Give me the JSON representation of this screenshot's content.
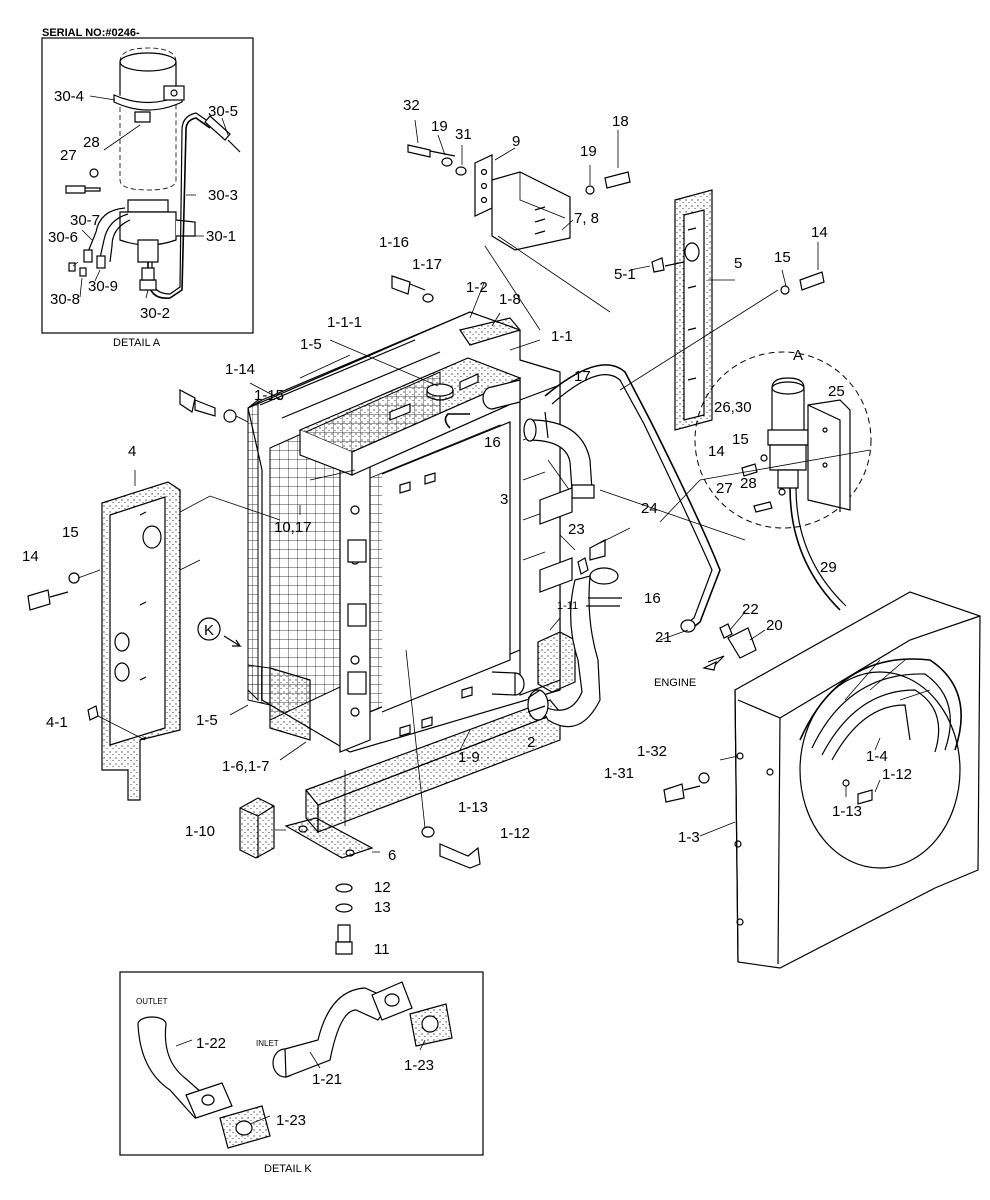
{
  "header": {
    "serial": "SERIAL NO:#0246-"
  },
  "details": {
    "a_caption": "DETAIL A",
    "k_caption": "DETAIL K",
    "a_marker": "A",
    "k_marker": "K"
  },
  "annotations": {
    "engine": "ENGINE",
    "outlet": "OUTLET",
    "inlet": "INLET"
  },
  "parts": {
    "p30_4": "30-4",
    "p30_5": "30-5",
    "p27a": "27",
    "p28a": "28",
    "p30_3": "30-3",
    "p30_7": "30-7",
    "p30_1": "30-1",
    "p30_6": "30-6",
    "p30_8": "30-8",
    "p30_9": "30-9",
    "p30_2": "30-2",
    "p32": "32",
    "p19a": "19",
    "p31": "31",
    "p9": "9",
    "p18": "18",
    "p19b": "19",
    "p7_8": "7, 8",
    "p1_16": "1-16",
    "p1_17": "1-17",
    "p1_2": "1-2",
    "p1_8": "1-8",
    "p1_1_1": "1-1-1",
    "p1_5a": "1-5",
    "p1_1": "1-1",
    "p5_1": "5-1",
    "p5": "5",
    "p15a": "15",
    "p14a": "14",
    "p17": "17",
    "p26_30": "26,30",
    "p25": "25",
    "p15b": "15",
    "p14b": "14",
    "p28b": "28",
    "p27b": "27",
    "p1_14": "1-14",
    "p1_15": "1-15",
    "p16a": "16",
    "p3": "3",
    "p24": "24",
    "p23": "23",
    "p4": "4",
    "p15c": "15",
    "p14c": "14",
    "p10_17": "10,17",
    "p16b": "16",
    "p1_11": "1-11",
    "p29": "29",
    "p22": "22",
    "p20": "20",
    "p21": "21",
    "p4_1": "4-1",
    "p1_5b": "1-5",
    "p1_6_7": "1-6,1-7",
    "p1_9": "1-9",
    "p2": "2",
    "p1_4": "1-4",
    "p1_32": "1-32",
    "p1_31": "1-31",
    "p1_12a": "1-12",
    "p1_13a": "1-13",
    "p1_10": "1-10",
    "p1_13b": "1-13",
    "p1_12b": "1-12",
    "p6": "6",
    "p1_3": "1-3",
    "p12": "12",
    "p13": "13",
    "p11": "11",
    "p1_22": "1-22",
    "p1_21": "1-21",
    "p1_23a": "1-23",
    "p1_23b": "1-23"
  }
}
